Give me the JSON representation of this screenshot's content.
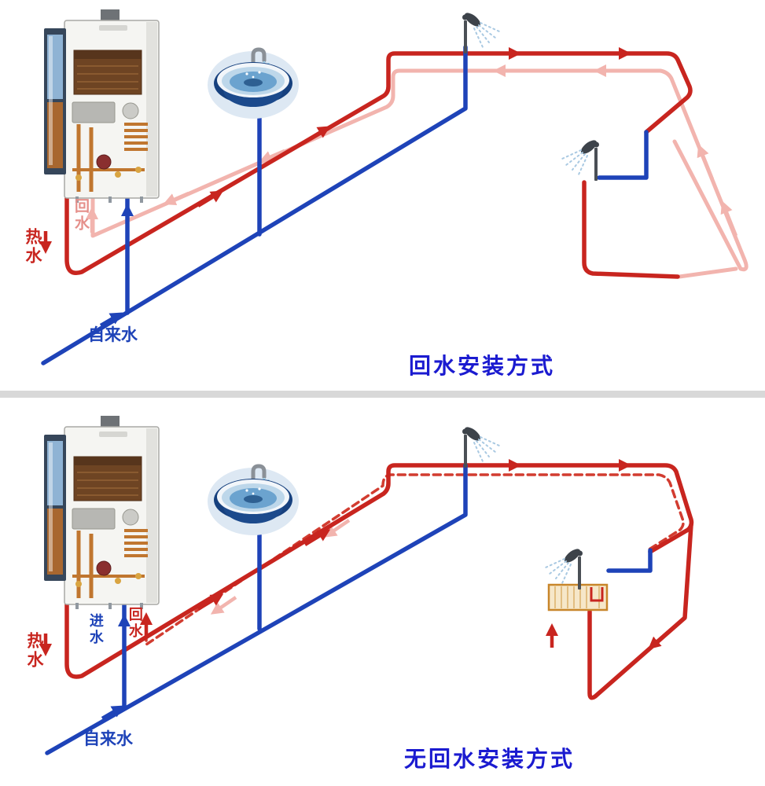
{
  "colors": {
    "hot_water": "#c8251f",
    "return_water_pale": "#f2b4ae",
    "return_water_label": "#e58f8a",
    "cold_water": "#1e43b8",
    "dashed_return": "#d23c30",
    "title_text": "#1b1bd0",
    "divider": "#d8d8d8"
  },
  "icons": {
    "boiler": "wall-mounted-water-heater",
    "sink": "wash-basin",
    "shower": "shower-head",
    "tub": "bathtub"
  },
  "panels": [
    {
      "id": "with-return",
      "title": "回水安装方式",
      "labels": {
        "hot_water": "热水",
        "return_water": "回水",
        "tap_water": "自来水"
      }
    },
    {
      "id": "without-return",
      "title": "无回水安装方式",
      "labels": {
        "hot_water": "热水",
        "return_water": "回水",
        "inlet_water": "进水",
        "tap_water": "自来水"
      }
    }
  ]
}
